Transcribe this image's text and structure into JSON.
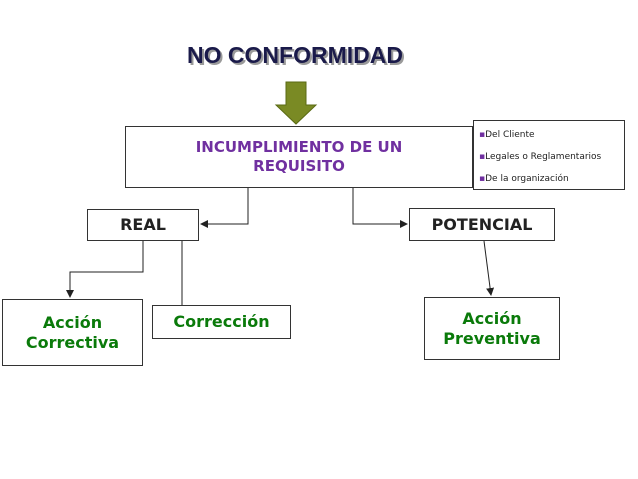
{
  "diagram": {
    "title": "NO CONFORMIDAD",
    "main": {
      "line1": "INCUMPLIMIENTO DE UN",
      "line2": "REQUISITO"
    },
    "notes": [
      "Del Cliente",
      "Legales o Reglamentarios",
      "De la organización"
    ],
    "note_bullet": "▪",
    "real": "REAL",
    "potencial": "POTENCIAL",
    "correctiva": {
      "line1": "Acción",
      "line2": "Correctiva"
    },
    "correccion": "Corrección",
    "preventiva": {
      "line1": "Acción",
      "line2": "Preventiva"
    }
  },
  "colors": {
    "arrow_fill": "#7a8a24",
    "main_text": "#7030a0",
    "action_text": "#0a7a0a",
    "title_text": "#1a1a4a"
  }
}
